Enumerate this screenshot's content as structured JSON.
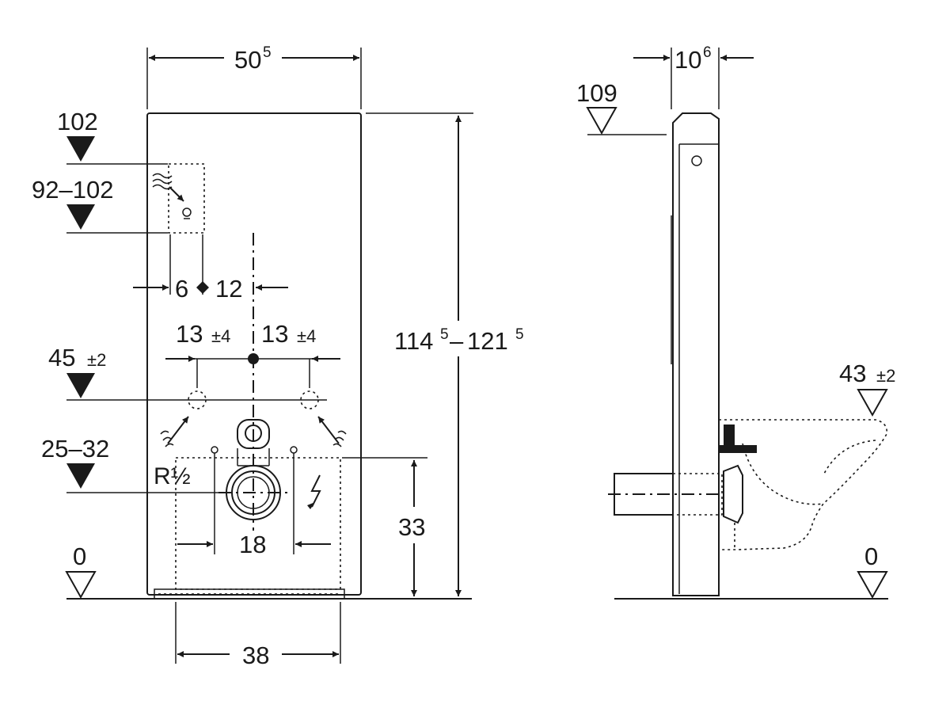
{
  "front": {
    "width": {
      "main": "50",
      "sup": "5"
    },
    "height": {
      "a": "114",
      "a_sup": "5",
      "dash": "–",
      "b": "121",
      "b_sup": "5"
    },
    "level_102": "102",
    "level_92_102": "92–102",
    "dim_6": "6",
    "dim_12": "12",
    "dim_13_left": "13",
    "dim_13_right": "13",
    "tol_4_left": "±4",
    "tol_4_right": "±4",
    "level_45": "45",
    "tol_2_45": "±2",
    "level_25_32": "25–32",
    "thread": "R½",
    "dim_18": "18",
    "dim_33": "33",
    "level_0": "0",
    "dim_38": "38"
  },
  "side": {
    "depth": {
      "main": "10",
      "sup": "6"
    },
    "level_109": "109",
    "level_43": "43",
    "tol_2_43": "±2",
    "level_0": "0"
  },
  "icons": [
    "water-supply-icon",
    "electrical-supply-icon",
    "level-marker-icon",
    "dimension-arrow-icon"
  ]
}
